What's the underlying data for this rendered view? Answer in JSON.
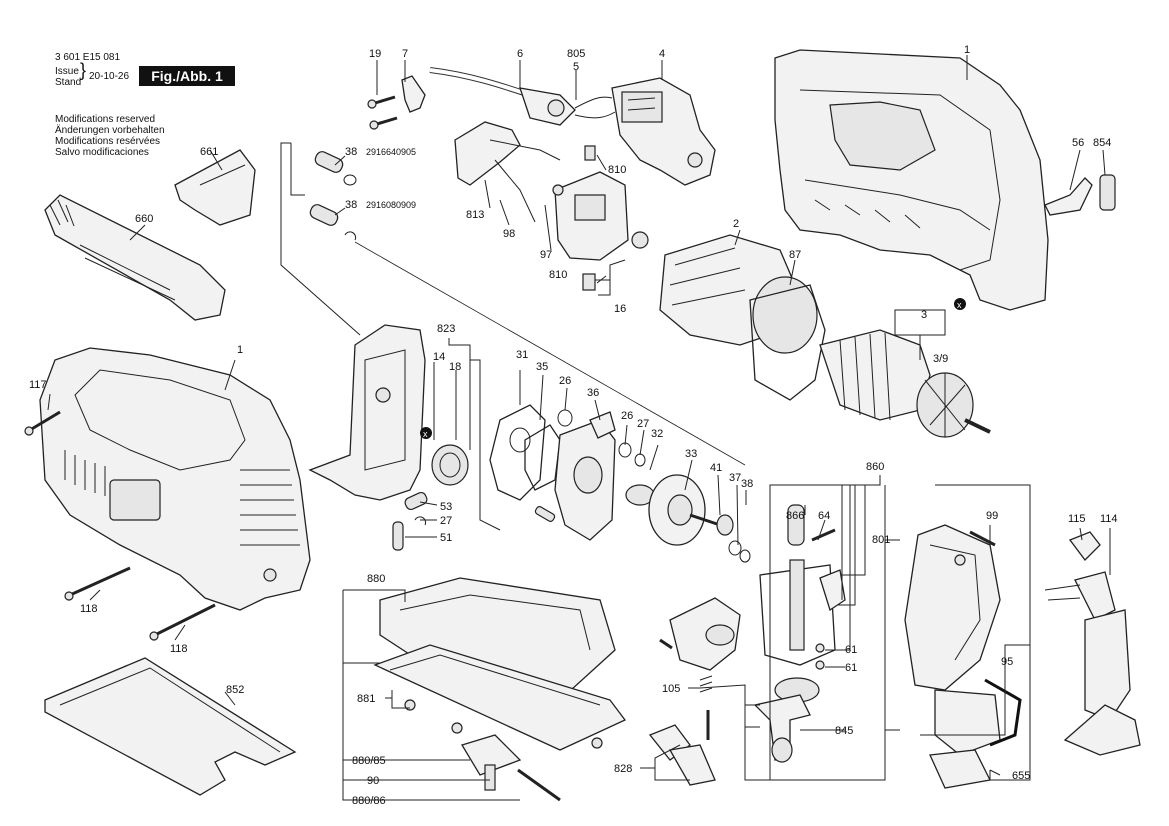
{
  "header": {
    "doc_number": "3 601 E15 081",
    "issue_label_1": "Issue",
    "issue_label_2": "Stand",
    "issue_date": "20-10-26",
    "figure_label": "Fig./Abb. 1"
  },
  "modifications": [
    "Modifications reserved",
    "Änderungen vorbehalten",
    "Modifications resérvées",
    "Salvo modificaciones"
  ],
  "callouts": {
    "c19": "19",
    "c7": "7",
    "c6": "6",
    "c805": "805",
    "c5": "5",
    "c4": "4",
    "c1_top": "1",
    "c661": "661",
    "c660": "660",
    "c38a": "38",
    "pn_a": "2916640905",
    "c38b": "38",
    "pn_b": "2916080909",
    "c810a": "810",
    "c813": "813",
    "c98": "98",
    "c97": "97",
    "c810b": "810",
    "c16": "16",
    "c2": "2",
    "c87": "87",
    "c56": "56",
    "c854": "854",
    "c3": "3",
    "c3_9": "3/9",
    "c823": "823",
    "c14": "14",
    "c18": "18",
    "c1_left": "1",
    "c117": "117",
    "c31": "31",
    "c35": "35",
    "c26a": "26",
    "c36": "36",
    "c26b": "26",
    "c27a": "27",
    "c32": "32",
    "c33": "33",
    "c41": "41",
    "c37": "37",
    "c38c": "38",
    "c53": "53",
    "c27b": "27",
    "c51": "51",
    "c118a": "118",
    "c118b": "118",
    "c860": "860",
    "c866": "866",
    "c64": "64",
    "c801": "801",
    "c99": "99",
    "c115": "115",
    "c114": "114",
    "c61a": "61",
    "c61b": "61",
    "c95": "95",
    "c880": "880",
    "c881": "881",
    "c105": "105",
    "c845": "845",
    "c852": "852",
    "c880_85": "880/85",
    "c90": "90",
    "c880_86": "880/86",
    "c828": "828",
    "c655": "655",
    "x1": "x",
    "x2": "x"
  }
}
